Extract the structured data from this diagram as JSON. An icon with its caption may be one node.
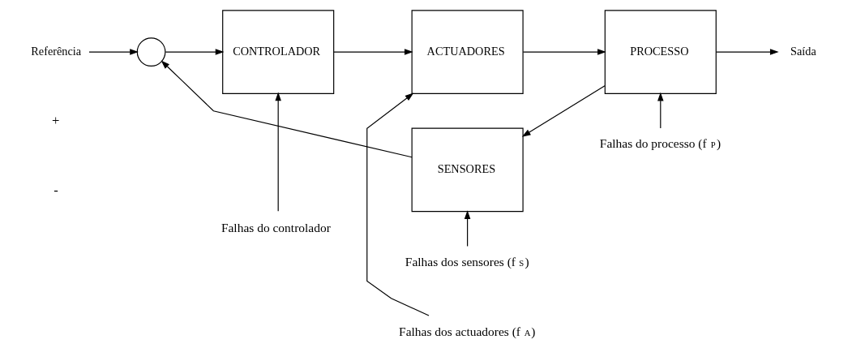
{
  "diagram": {
    "nodes": [
      {
        "text": [
          "Referência"
        ]
      },
      {
        "text": [],
        "shape": "circle"
      },
      {
        "text": [
          "CONTROLADOR"
        ]
      },
      {
        "text": [
          "ACTUADORES"
        ]
      },
      {
        "text": [
          "PROCESSO"
        ]
      },
      {
        "text": [
          "Saída"
        ]
      },
      {
        "text": [
          "SENSORES"
        ]
      },
      {
        "text": [
          "Falhas do controlador"
        ]
      },
      {
        "text": [
          "Falhas dos actuadores (f$_{A}$)"
        ]
      },
      {
        "text": [
          "Falhas do processo (f$_{P}$)"
        ]
      },
      {
        "text": [
          "Falhas dos sensores (f$_{S}$)"
        ]
      }
    ],
    "edges": [
      {
        "from": 0,
        "to": 1,
        "arrow": "to"
      },
      {
        "from": 1,
        "to": 2,
        "arrow": "to"
      },
      {
        "from": 2,
        "to": 3,
        "arrow": "to"
      },
      {
        "from": 3,
        "to": 4,
        "arrow": "to"
      },
      {
        "from": 4,
        "to": 5,
        "arrow": "to"
      },
      {
        "from": 4,
        "to": 6,
        "arrow": "to"
      },
      {
        "from": 6,
        "to": 1,
        "arrow": "to"
      },
      {
        "from": 7,
        "to": 2,
        "arrow": "to"
      },
      {
        "from": 8,
        "to": 3,
        "arrow": "to"
      },
      {
        "from": 9,
        "to": 4,
        "arrow": "to"
      },
      {
        "from": 10,
        "to": 6,
        "arrow": "to"
      }
    ],
    "labels": [
      "+",
      "-"
    ]
  }
}
